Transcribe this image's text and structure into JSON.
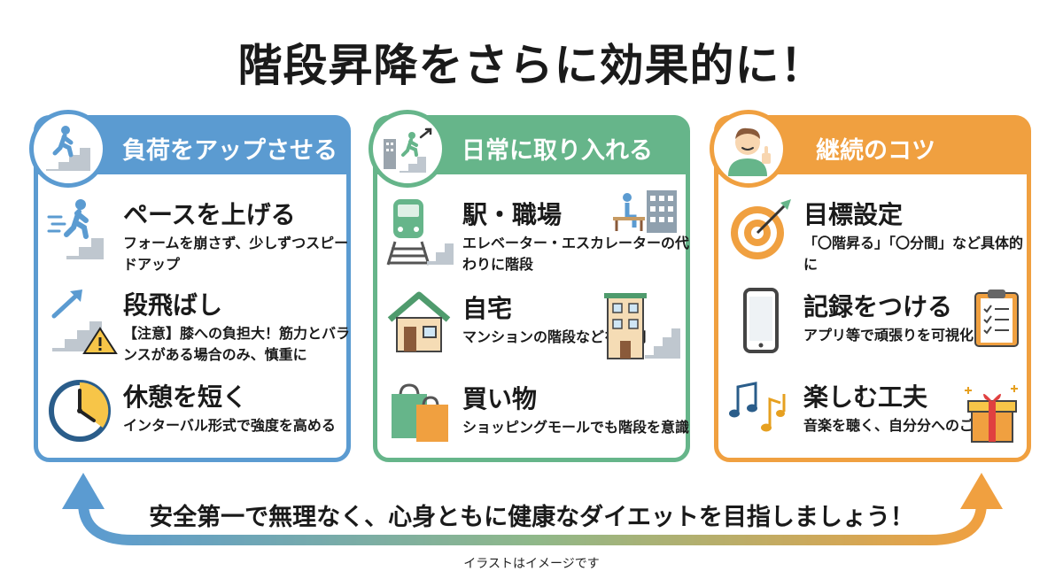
{
  "title": "階段昇降をさらに効果的に！",
  "accent_colors": {
    "blue": "#5b9bd1",
    "green": "#66b58a",
    "orange": "#f0a040"
  },
  "cards": [
    {
      "title": "負荷をアップさせる",
      "icon": "person-climbing-stairs-icon",
      "items": [
        {
          "title": "ペースを上げる",
          "desc": "フォームを崩さず、少しずつスピードアップ",
          "icon": "running-up-stairs-icon"
        },
        {
          "title": "段飛ばし",
          "desc": "【注意】膝への負担大！筋力とバランスがある場合のみ、慎重に",
          "icon": "stairs-warning-icon"
        },
        {
          "title": "休憩を短く",
          "desc": "インターバル形式で強度を高める",
          "icon": "clock-icon"
        }
      ]
    },
    {
      "title": "日常に取り入れる",
      "icon": "city-stairs-icon",
      "items": [
        {
          "title": "駅・職場",
          "desc": "エレベーター・エスカレーターの代わりに階段",
          "icon": "train-stairs-icon"
        },
        {
          "title": "自宅",
          "desc": "マンションの階段などを活用",
          "icon": "house-icon"
        },
        {
          "title": "買い物",
          "desc": "ショッピングモールでも階段を意識",
          "icon": "shopping-bags-icon"
        }
      ]
    },
    {
      "title": "継続のコツ",
      "icon": "thumbs-up-person-icon",
      "items": [
        {
          "title": "目標設定",
          "desc": "「〇階昇る」「〇分間」など具体的に",
          "icon": "target-icon"
        },
        {
          "title": "記録をつける",
          "desc": "アプリ等で頑張りを可視化",
          "icon": "smartphone-icon"
        },
        {
          "title": "楽しむ工夫",
          "desc": "音楽を聴く、自分分へのご褒美",
          "icon": "music-notes-icon"
        }
      ]
    }
  ],
  "footer_message": "安全第一で無理なく、心身ともに健康なダイエットを目指しましょう！",
  "note": "イラストはイメージです"
}
